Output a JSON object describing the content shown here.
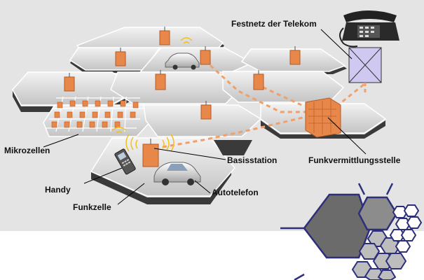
{
  "labels": {
    "festnetz": "Festnetz der Telekom",
    "mikrozellen": "Mikrozellen",
    "basisstation": "Basisstation",
    "funkvermittlungsstelle": "Funkvermittlungsstelle",
    "handy": "Handy",
    "autotelefon": "Autotelefon",
    "funkzelle": "Funkzelle"
  },
  "colors": {
    "background_panel": "#e4e4e4",
    "cell_top": "#d2d2d2",
    "cell_side": "#3a3a3a",
    "station": "#e8874a",
    "dashed_link": "#f0a06a",
    "switch_box": "#cfc9f2",
    "logo_outline": "#2d2f7a",
    "logo_dark": "#6b6b6b",
    "logo_mid": "#8c8c8c",
    "logo_light": "#bdbdbd"
  },
  "icons": [
    "telephone-icon",
    "car-icon",
    "handy-icon",
    "base-station-icon",
    "switching-center-icon"
  ]
}
